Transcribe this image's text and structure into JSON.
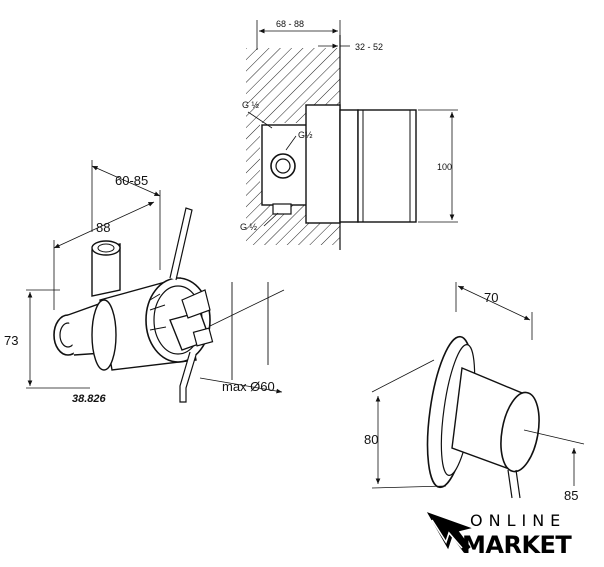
{
  "drawing": {
    "top_view": {
      "dim_depth": "68 - 88",
      "dim_cover": "32 - 52",
      "dim_height": "100",
      "thread_top": "G ½",
      "thread_side": "G½",
      "thread_bottom": "G ½"
    },
    "valve_body": {
      "dim_top": "60-85",
      "dim_width": "88",
      "dim_height": "73",
      "model_number": "38.826",
      "max_diameter": "max  Ø60"
    },
    "trim": {
      "dim_depth": "70",
      "dim_height": "80",
      "dim_offset": "85"
    }
  },
  "logo": {
    "line1": "ONLINE",
    "line2": "MARKET"
  }
}
